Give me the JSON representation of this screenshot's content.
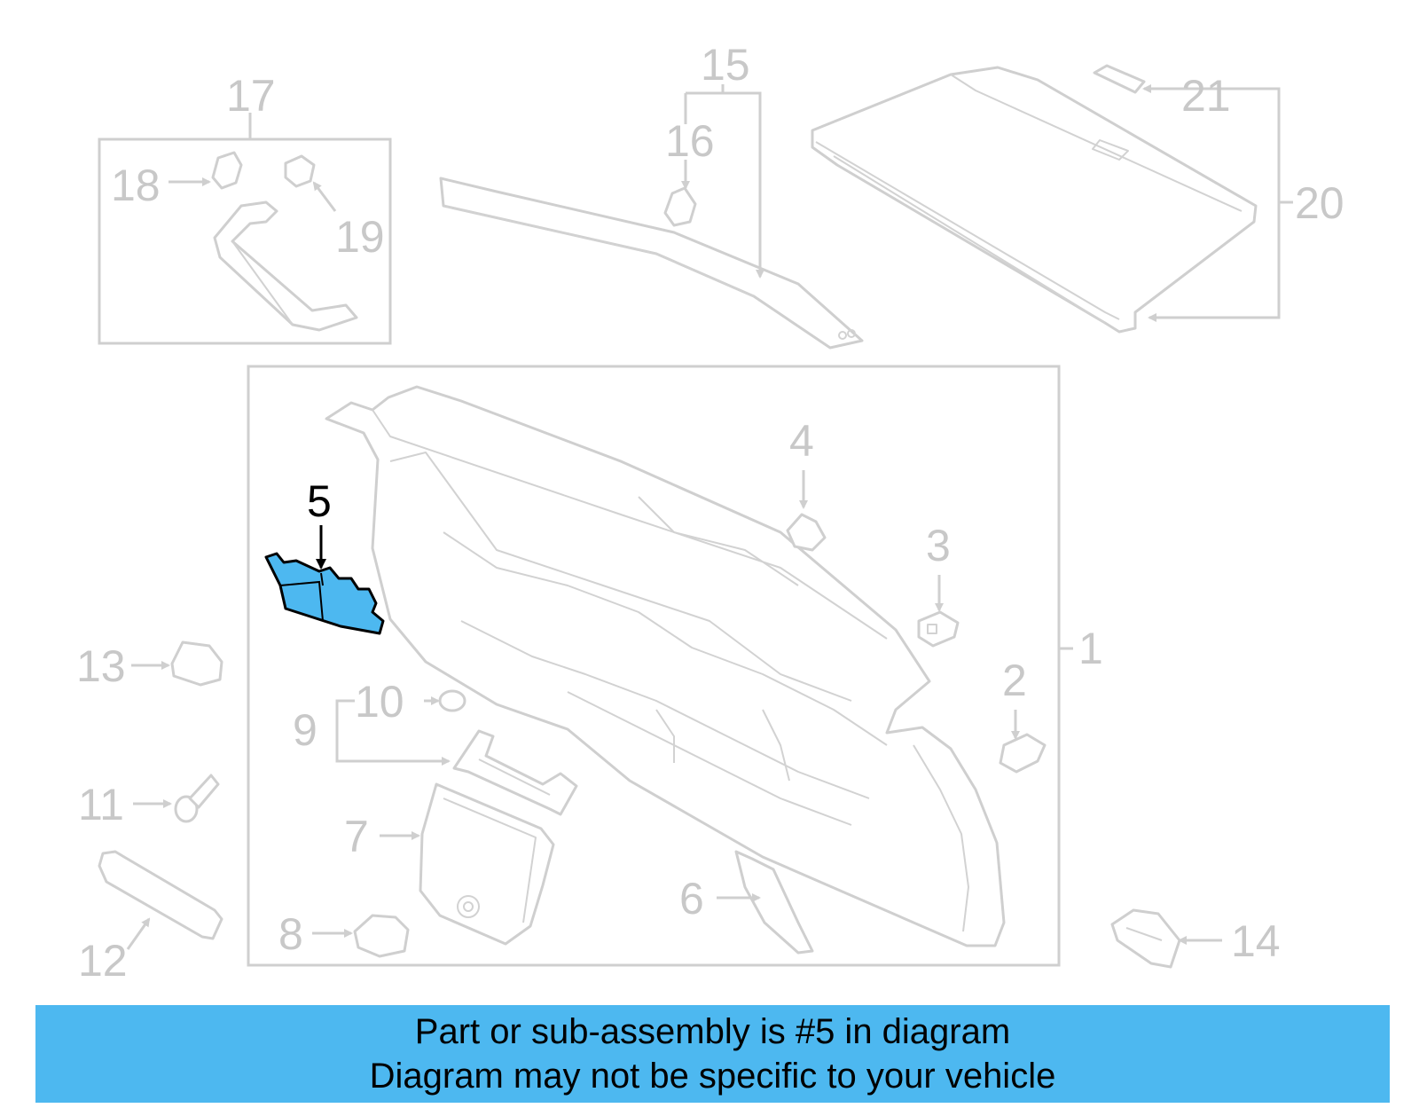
{
  "callouts": {
    "c1": "1",
    "c2": "2",
    "c3": "3",
    "c4": "4",
    "c5": "5",
    "c6": "6",
    "c7": "7",
    "c8": "8",
    "c9": "9",
    "c10": "10",
    "c11": "11",
    "c12": "12",
    "c13": "13",
    "c14": "14",
    "c15": "15",
    "c16": "16",
    "c17": "17",
    "c18": "18",
    "c19": "19",
    "c20": "20",
    "c21": "21"
  },
  "highlighted_part": "5",
  "colors": {
    "highlight": "#4db8f0",
    "line": "#cfcfcf",
    "banner": "#4db8f0"
  },
  "banner": {
    "line1": "Part or sub-assembly is #5 in diagram",
    "line2": "Diagram may not be specific to your vehicle"
  }
}
